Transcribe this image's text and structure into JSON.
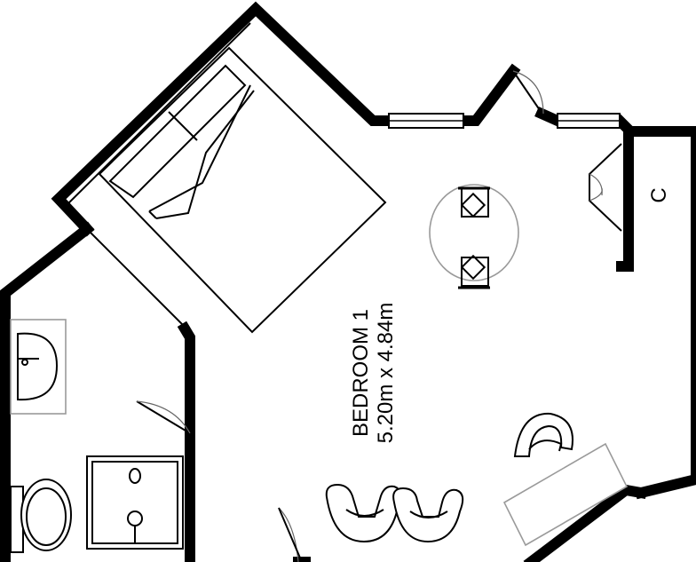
{
  "room": {
    "name": "BEDROOM 1",
    "dimensions": "5.20m x 4.84m"
  },
  "cupboard": {
    "label": "C"
  }
}
